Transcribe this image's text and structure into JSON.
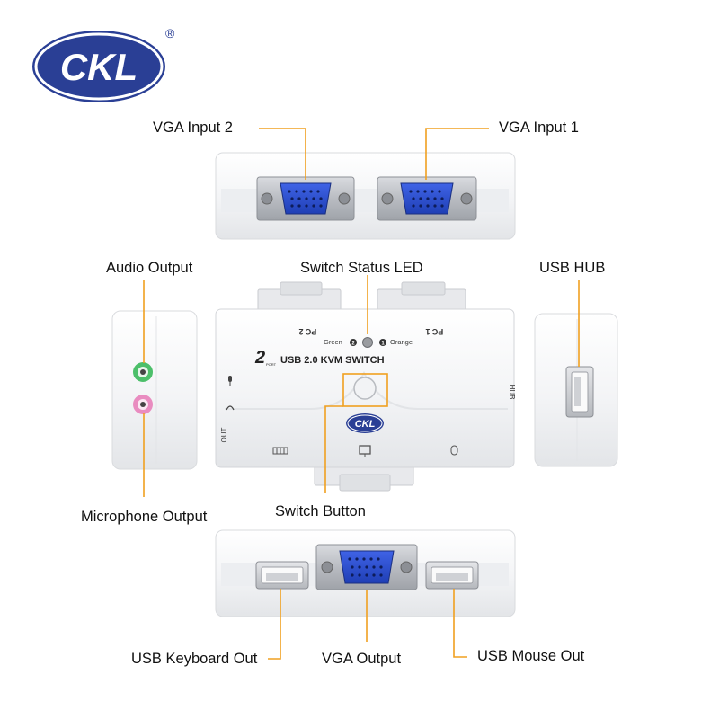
{
  "brand": {
    "logo_text": "CKL",
    "registered_mark": "®",
    "logo_color": "#2a3f95",
    "logo_ring_color": "#d23a2a"
  },
  "callouts": {
    "vga_input_2": "VGA Input 2",
    "vga_input_1": "VGA Input 1",
    "audio_output": "Audio Output",
    "switch_status_led": "Switch Status LED",
    "usb_hub": "USB HUB",
    "microphone_output": "Microphone Output",
    "switch_button": "Switch Button",
    "usb_keyboard_out": "USB Keyboard Out",
    "vga_output": "VGA Output",
    "usb_mouse_out": "USB Mouse Out"
  },
  "device": {
    "title_prefix": "2",
    "title_port": "PORT",
    "title": "USB 2.0 KVM SWITCH",
    "pc_2_label": "PC",
    "pc_2_num": "2",
    "pc_1_label": "PC",
    "pc_1_num": "1",
    "led_green_label": "Green",
    "led_green_num": "2",
    "led_orange_label": "Orange",
    "led_orange_num": "1",
    "hub_label": "HUB",
    "out_label": "OUT",
    "badge_text": "CKL"
  },
  "colors": {
    "leader_line": "#f0a020",
    "vga_blue": "#2c4fd6",
    "device_white": "#f6f7f8",
    "audio_green": "#4cbf6a",
    "mic_pink": "#e98cc0"
  },
  "icons": [
    "microphone-icon",
    "headphone-icon",
    "keyboard-icon",
    "monitor-icon",
    "mouse-icon"
  ]
}
